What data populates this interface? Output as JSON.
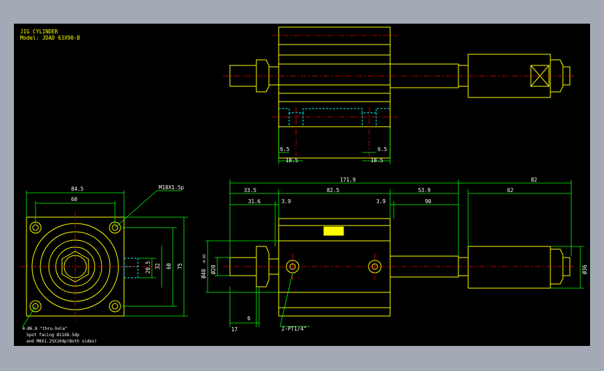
{
  "title": "JIG CYLINDER",
  "model": "Model: JDAD 63X90-B",
  "colors": {
    "background": "#a3aab6",
    "canvas": "#000000",
    "outline": "#ffff00",
    "centerline": "#ff0000",
    "dimension": "#00ff00",
    "hidden": "#00ffff",
    "text": "#ffffff"
  },
  "top_view": {
    "dims": {
      "left_small": "6.5",
      "left_big": "18.5",
      "right_small": "6.5",
      "right_big": "18.5"
    }
  },
  "side_view": {
    "dims": {
      "top_overall": "84.5",
      "top_inner": "60",
      "right_1": "20.5",
      "right_2": "32",
      "right_3": "60",
      "right_4": "75"
    },
    "thread_callout": "M18X1.5p",
    "hole_note_1": "4-Ø6.8 \"thru-hole\"",
    "hole_note_2": "Spot facing  Ø11X8.5dp",
    "hole_note_3": "and M8X1.25X10dp(Both sides)"
  },
  "front_view": {
    "dims": {
      "overall": "171.9",
      "right_overall": "82",
      "d_33_5": "33.5",
      "d_82_5": "82.5",
      "d_53_9": "53.9",
      "d_31_6": "31.6",
      "d_3_9_left": "3.9",
      "d_3_9_right": "3.9",
      "d_90": "90",
      "d_62": "62",
      "dia_left_1": "Ø40",
      "dia_left_tol": "-0.05",
      "dia_left_2": "Ø20",
      "dia_right": "Ø36",
      "bottom_17": "17",
      "bottom_6": "6"
    },
    "port_callout": "2-PT1/4\""
  }
}
